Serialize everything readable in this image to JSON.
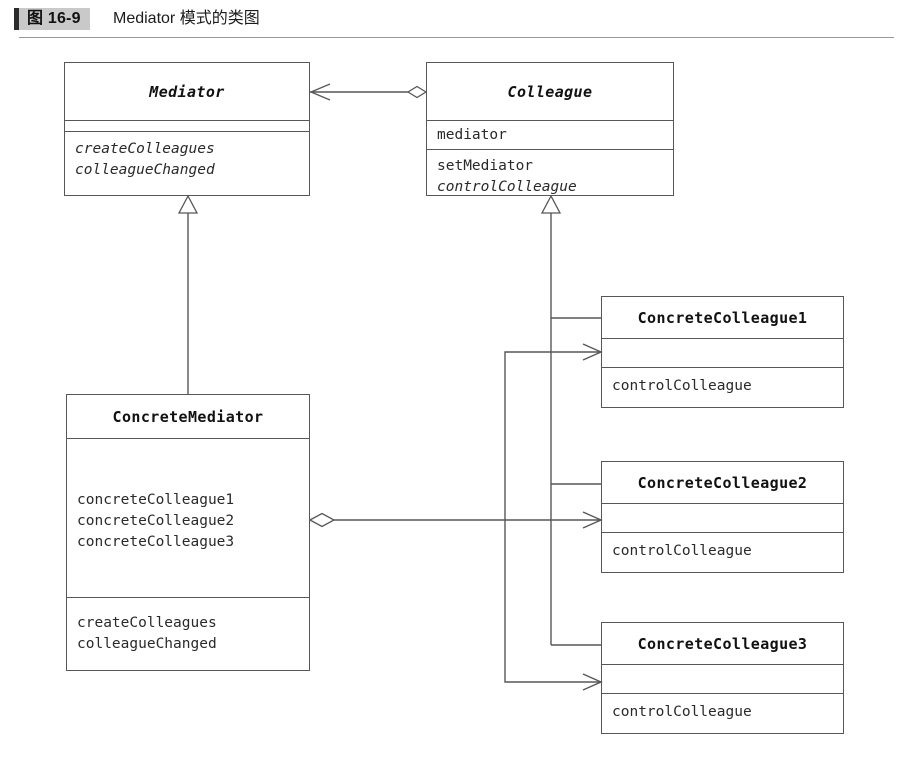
{
  "figure": {
    "bar_icon": "figure-marker",
    "number": "图 16-9",
    "title": "Mediator 模式的类图"
  },
  "diagram": {
    "type": "uml-class-diagram",
    "classes": [
      {
        "id": "mediator",
        "name": "Mediator",
        "abstract": true,
        "attributes": [],
        "methods": [
          {
            "name": "createColleagues",
            "abstract": true
          },
          {
            "name": "colleagueChanged",
            "abstract": true
          }
        ]
      },
      {
        "id": "colleague",
        "name": "Colleague",
        "abstract": true,
        "attributes": [
          {
            "name": "mediator",
            "abstract": false
          }
        ],
        "methods": [
          {
            "name": "setMediator",
            "abstract": false
          },
          {
            "name": "controlColleague",
            "abstract": true
          }
        ]
      },
      {
        "id": "concrete-mediator",
        "name": "ConcreteMediator",
        "abstract": false,
        "attributes": [
          {
            "name": "concreteColleague1",
            "abstract": false
          },
          {
            "name": "concreteColleague2",
            "abstract": false
          },
          {
            "name": "concreteColleague3",
            "abstract": false
          }
        ],
        "methods": [
          {
            "name": "createColleagues",
            "abstract": false
          },
          {
            "name": "colleagueChanged",
            "abstract": false
          }
        ]
      },
      {
        "id": "concrete-colleague-1",
        "name": "ConcreteColleague1",
        "abstract": false,
        "attributes": [],
        "methods": [
          {
            "name": "controlColleague",
            "abstract": false
          }
        ]
      },
      {
        "id": "concrete-colleague-2",
        "name": "ConcreteColleague2",
        "abstract": false,
        "attributes": [],
        "methods": [
          {
            "name": "controlColleague",
            "abstract": false
          }
        ]
      },
      {
        "id": "concrete-colleague-3",
        "name": "ConcreteColleague3",
        "abstract": false,
        "attributes": [],
        "methods": [
          {
            "name": "controlColleague",
            "abstract": false
          }
        ]
      }
    ],
    "relations": [
      {
        "id": "colleague-aggregates-mediator",
        "kind": "aggregation",
        "from": "colleague",
        "to": "mediator"
      },
      {
        "id": "concrete-mediator-extends-mediator",
        "kind": "generalization",
        "from": "concrete-mediator",
        "to": "mediator"
      },
      {
        "id": "concrete-colleague-1-extends-colleague",
        "kind": "generalization",
        "from": "concrete-colleague-1",
        "to": "colleague"
      },
      {
        "id": "concrete-colleague-2-extends-colleague",
        "kind": "generalization",
        "from": "concrete-colleague-2",
        "to": "colleague"
      },
      {
        "id": "concrete-colleague-3-extends-colleague",
        "kind": "generalization",
        "from": "concrete-colleague-3",
        "to": "colleague"
      },
      {
        "id": "concrete-mediator-aggregates-colleagues",
        "kind": "aggregation",
        "from": "concrete-mediator",
        "to": "concrete-colleague-1"
      },
      {
        "id": "concrete-mediator-aggregates-colleague-2",
        "kind": "aggregation",
        "from": "concrete-mediator",
        "to": "concrete-colleague-2"
      },
      {
        "id": "concrete-mediator-aggregates-colleague-3",
        "kind": "aggregation",
        "from": "concrete-mediator",
        "to": "concrete-colleague-3"
      }
    ]
  },
  "colors": {
    "line": "#575757",
    "text": "#1a1a1a",
    "badge_background": "#c9c9c9",
    "rule": "#9a9a9a",
    "background": "#ffffff"
  }
}
